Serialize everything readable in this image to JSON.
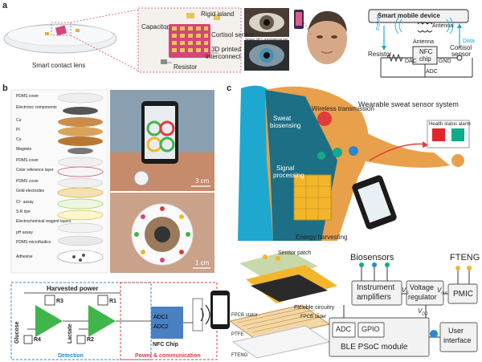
{
  "panel_a": {
    "letter": "a",
    "contact_lens_label": "Smart contact lens",
    "zoom_labels": {
      "rigid_island": "Rigid island",
      "capacitor": "Capacitor",
      "cortisol_sensor": "Cortisol sensor",
      "interconnect_line1": "3D printed",
      "interconnect_line2": "interconnect",
      "resistor": "Resistor"
    },
    "eye_strip_labels": [
      "Sensor",
      "NFC chip",
      "Antenna coil"
    ],
    "circuit": {
      "device": "Smart mobile device",
      "antenna_top": "Antenna",
      "power": "Power",
      "data": "Data",
      "antenna_bottom": "Antenna",
      "nfc_line1": "NFC",
      "nfc_line2": "chip",
      "resistor": "Resistor",
      "dac": "DAC",
      "gnd": "GND",
      "adc": "ADC",
      "cortisol_line1": "Cortisol",
      "cortisol_line2": "sensor"
    }
  },
  "panel_b": {
    "letter": "b",
    "layers": [
      "PDMS cover",
      "Electronic components",
      "Cu",
      "PI",
      "Cu",
      "Magnets",
      "PDMS cover",
      "Color reference layer",
      "PDMS cover",
      "Gold electrodes",
      "Cl⁻ assay",
      "S.R dye",
      "Electrochemical reagent layers",
      "pH assay",
      "PDMS microfluidics",
      "Adhesive"
    ],
    "scale_arm": "3 cm",
    "scale_sensor": "1 cm",
    "schematic": {
      "harvested_power": "Harvested power",
      "glucose": "Glucose",
      "lactate": "Lactate",
      "r3": "R3",
      "r1": "R1",
      "r4": "R4",
      "r2": "R2",
      "adc1": "ADC1",
      "adc2": "ADC2",
      "nfc_chip": "NFC Chip",
      "detection": "Detection",
      "power_comm": "Power & communication"
    }
  },
  "panel_c": {
    "letter": "c",
    "title": "Wearable sweat sensor system",
    "body_labels": {
      "sweat_line1": "Sweat",
      "sweat_line2": "biosensing",
      "wireless": "Wireless transmission",
      "signal_line1": "Signal",
      "signal_line2": "processing",
      "energy": "Energy harvesting",
      "alarm": "Health status alarm"
    },
    "patch_labels": {
      "sensor_patch": "Sensor patch",
      "flexible": "Flexible circuitry",
      "fpcb_stator": "FPCB stator",
      "fpcb_slider": "FPCB slider",
      "ptfe": "PTFE",
      "fteng": "FTENG"
    },
    "block": {
      "biosensors": "Biosensors",
      "fteng": "FTENG",
      "instr_line1": "Instrument",
      "instr_line2": "amplifiers",
      "volt_line1": "Voltage",
      "volt_line2": "regulator",
      "pmic": "PMIC",
      "vs": "V",
      "vs_sub": "S",
      "vout": "V",
      "vout_sub": "out",
      "vdd": "V",
      "vdd_sub": "DD",
      "adc": "ADC",
      "gpio": "GPIO",
      "ble": "BLE PSoC module",
      "ui_line1": "User",
      "ui_line2": "interface"
    }
  },
  "colors": {
    "lens_pink": "#d6457a",
    "gold": "#d9b24a",
    "sky": "#1ea8cf",
    "body_orange": "#e9a04a",
    "vest_teal": "#1d6f86",
    "patch_yellow": "#f3b62b",
    "red_alarm": "#e0262b",
    "green_alarm": "#13a98a",
    "detection_blue": "#2a88d0",
    "power_red": "#e23b3b",
    "opamp_green": "#3fb54a",
    "adc_blue": "#4a7fc1"
  }
}
